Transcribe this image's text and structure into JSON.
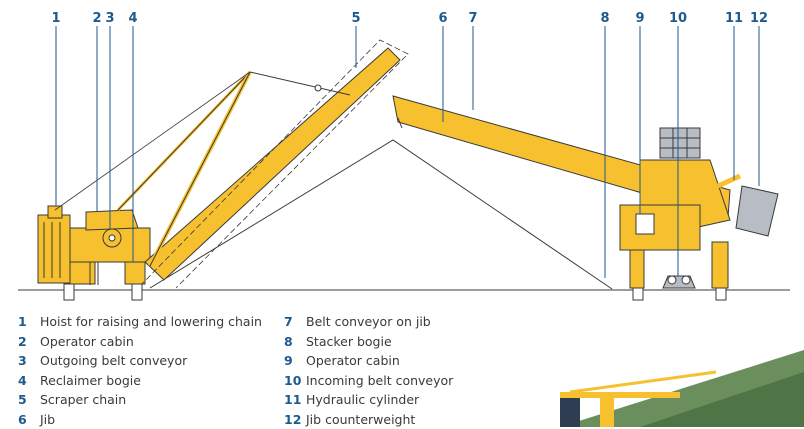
{
  "colors": {
    "structure": "#f6c02e",
    "outline": "#3a3a3a",
    "callout": "#1d5a8e",
    "gray": "#b8bcc4",
    "photo_sky": "#ffffff",
    "photo_pile": "#6a8f5c"
  },
  "callouts": [
    "1",
    "2",
    "3",
    "4",
    "5",
    "6",
    "7",
    "8",
    "9",
    "10",
    "11",
    "12"
  ],
  "legend": [
    {
      "num": "1",
      "text": "Hoist for raising and lowering chain"
    },
    {
      "num": "2",
      "text": "Operator cabin"
    },
    {
      "num": "3",
      "text": "Outgoing belt conveyor"
    },
    {
      "num": "4",
      "text": "Reclaimer bogie"
    },
    {
      "num": "5",
      "text": "Scraper chain"
    },
    {
      "num": "6",
      "text": "Jib"
    },
    {
      "num": "7",
      "text": "Belt conveyor on jib"
    },
    {
      "num": "8",
      "text": "Stacker bogie"
    },
    {
      "num": "9",
      "text": "Operator cabin"
    },
    {
      "num": "10",
      "text": "Incoming belt conveyor"
    },
    {
      "num": "11",
      "text": "Hydraulic cylinder"
    },
    {
      "num": "12",
      "text": "Jib counterweight"
    }
  ]
}
